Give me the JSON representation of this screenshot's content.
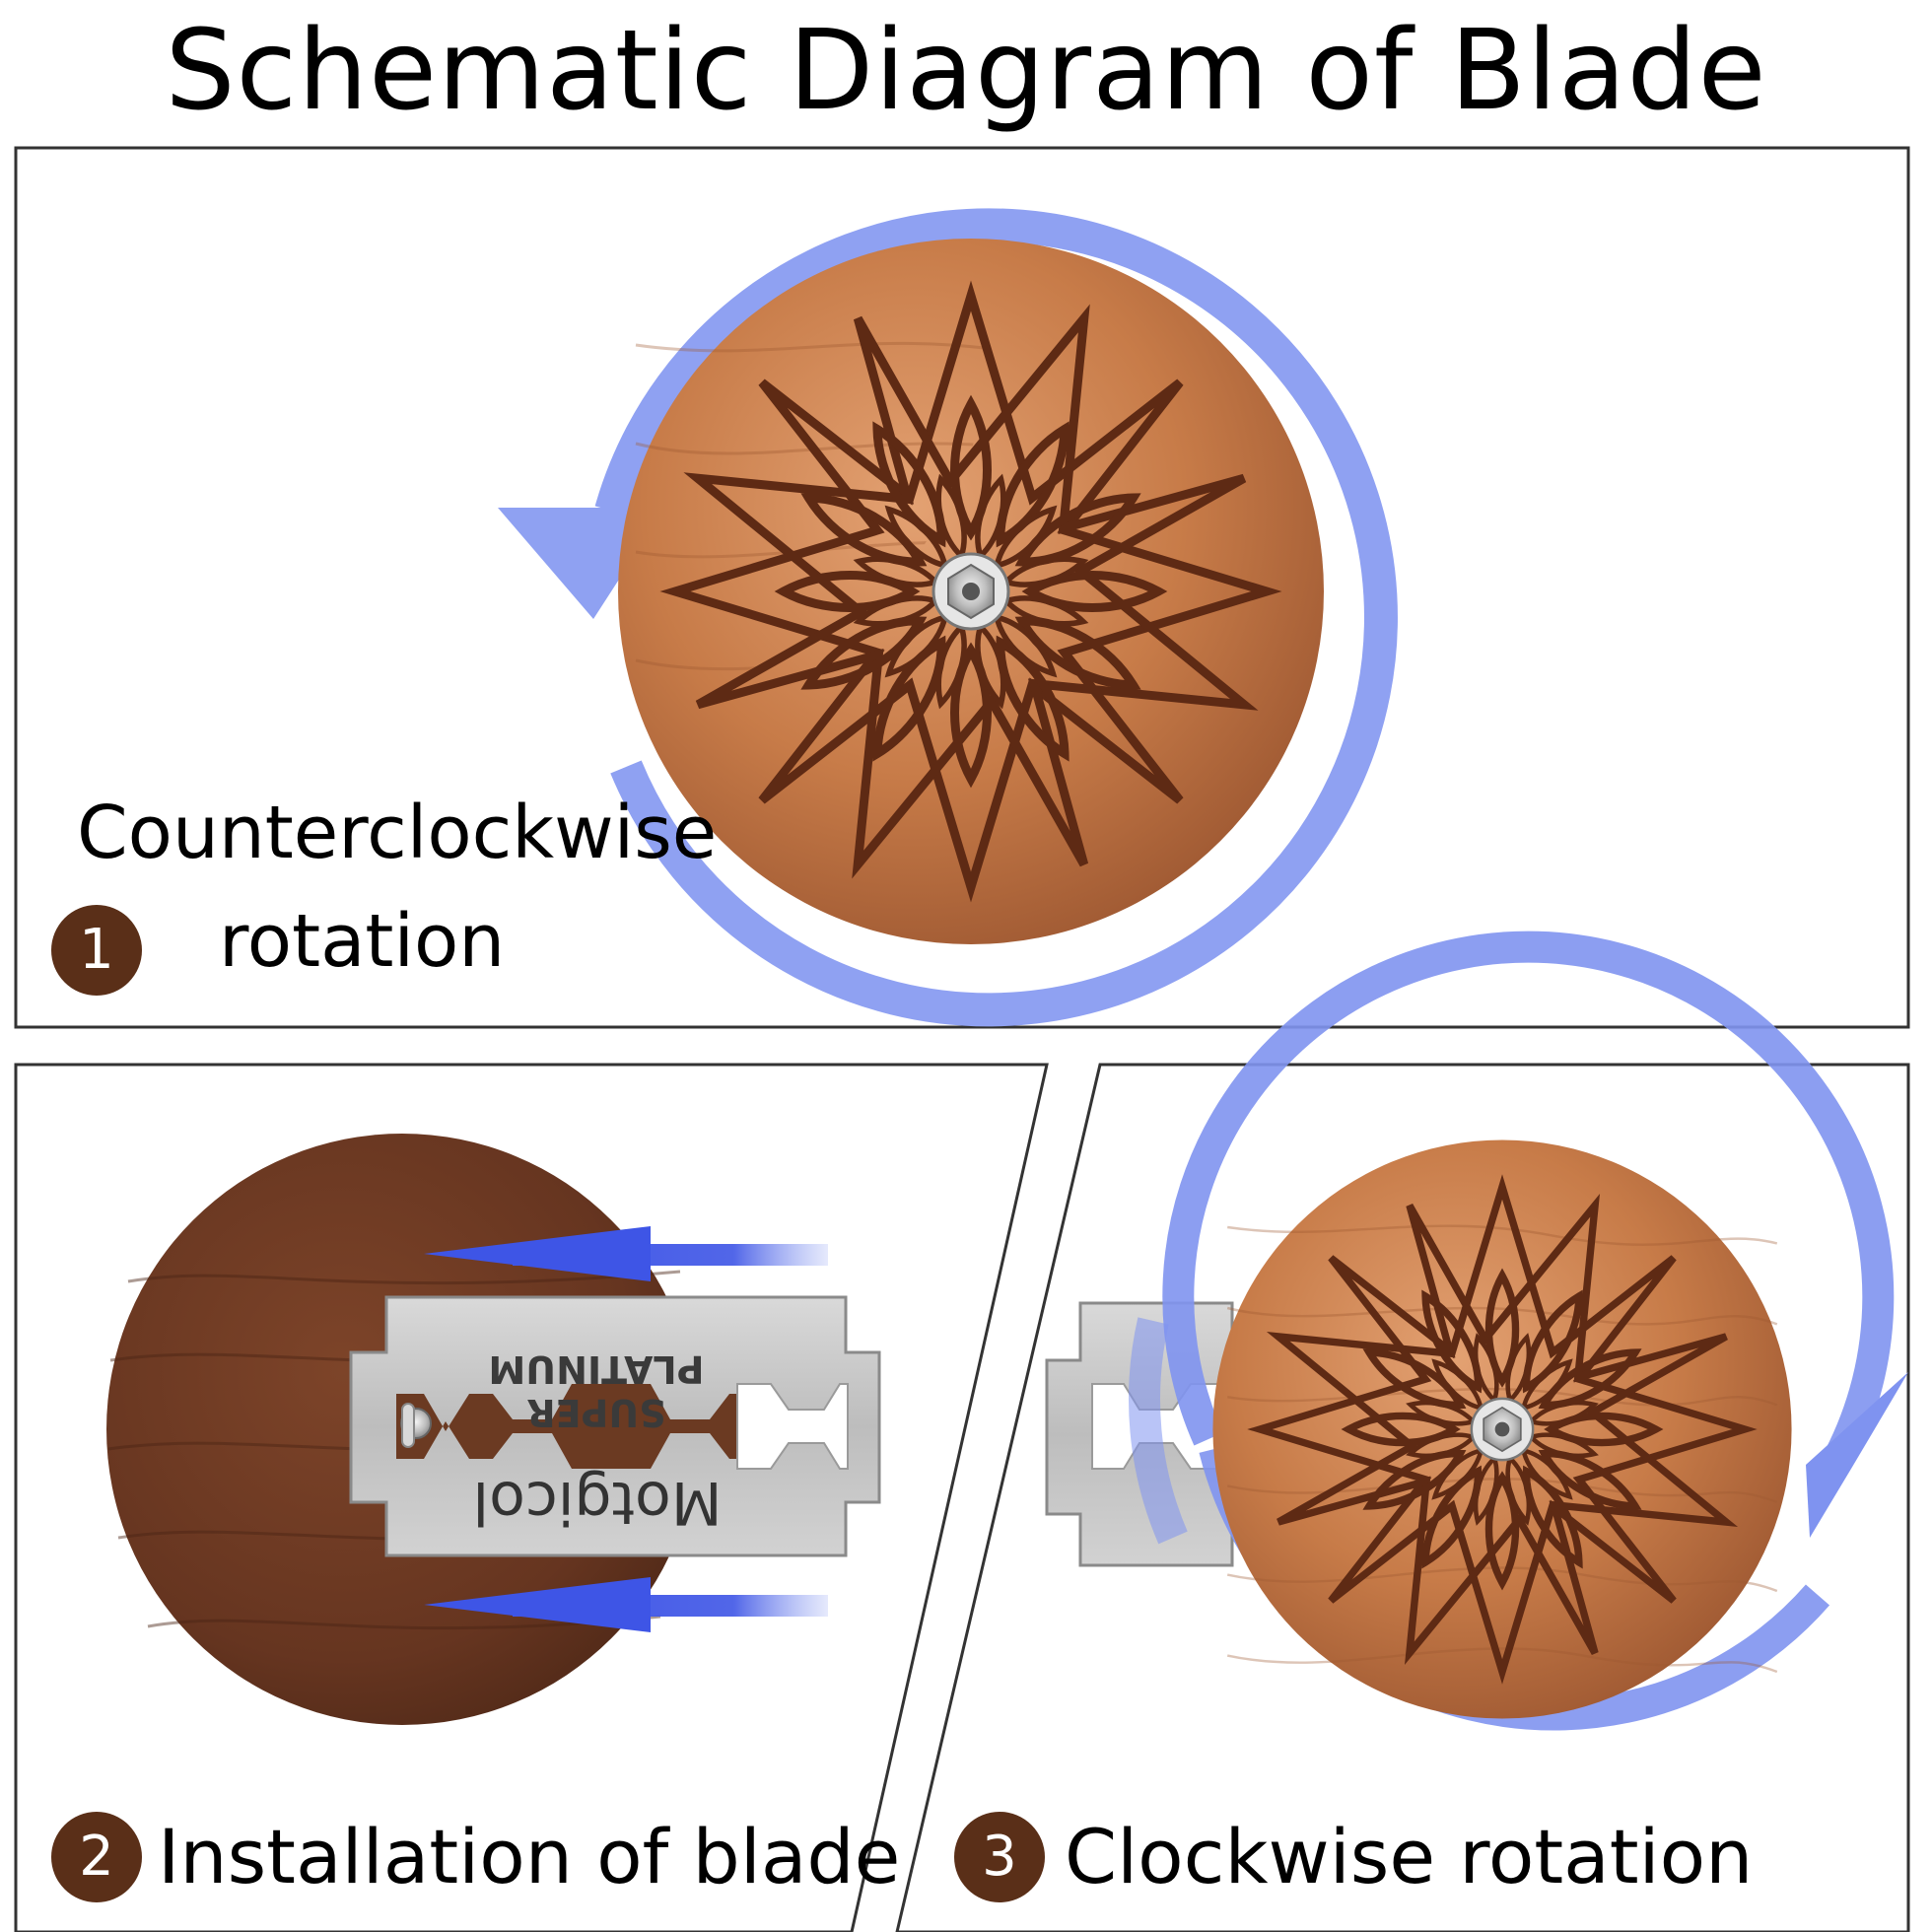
{
  "title": "Schematic Diagram of Blade Installation",
  "colors": {
    "arrow": "#7f93f0",
    "arrow_dark": "#3e55e6",
    "badge": "#5a2f18",
    "wood_light": "#d08a58",
    "wood_mid": "#b86c3c",
    "wood_dark_walnut": "#6b3a22",
    "engraving": "#5e2a14",
    "steel": "#c9c9c9",
    "frame": "#333333"
  },
  "step1": {
    "number": "1",
    "label_line1": "Counterclockwise",
    "label_line2": "rotation"
  },
  "step2": {
    "number": "2",
    "label": "Installation of blade"
  },
  "step3": {
    "number": "3",
    "label": "Clockwise rotation"
  },
  "blade": {
    "line1": "SUPER",
    "line2": "PLATINUM",
    "brand": "Motgicol"
  },
  "icons": {
    "rotate_ccw": "rotate-ccw-arrow-icon",
    "rotate_cw": "rotate-cw-arrow-icon",
    "insert": "insert-arrow-icon"
  }
}
